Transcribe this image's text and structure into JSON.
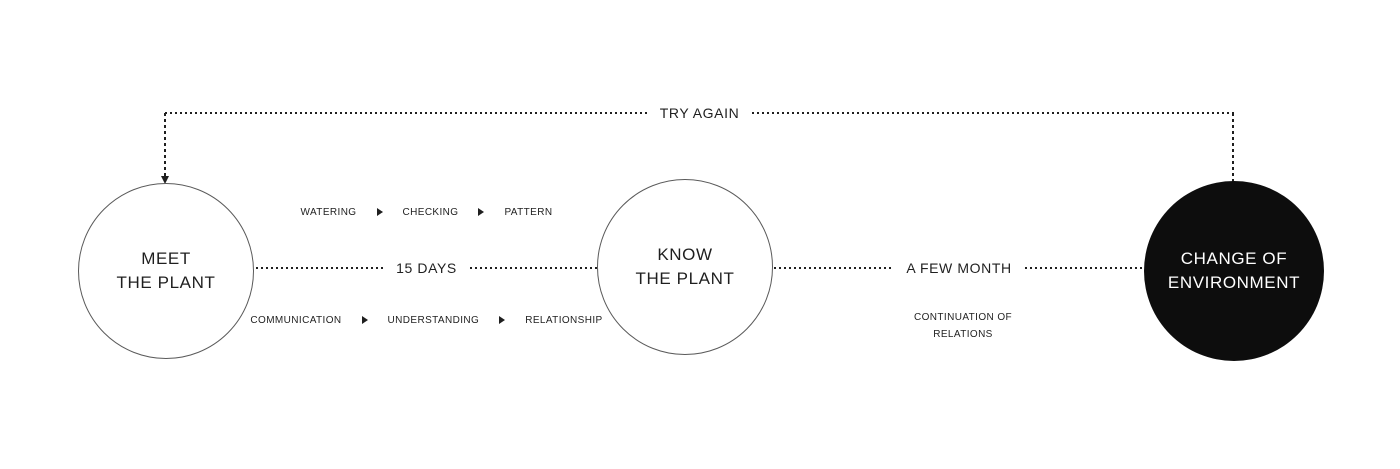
{
  "loop": {
    "label": "TRY AGAIN"
  },
  "nodes": {
    "meet": {
      "line1": "MEET",
      "line2": "THE PLANT"
    },
    "know": {
      "line1": "KNOW",
      "line2": "THE PLANT"
    },
    "change": {
      "line1": "CHANGE OF",
      "line2": "ENVIRONMENT"
    }
  },
  "edge1": {
    "label": "15 DAYS",
    "top_steps": [
      "WATERING",
      "CHECKING",
      "PATTERN"
    ],
    "bottom_steps": [
      "COMMUNICATION",
      "UNDERSTANDING",
      "RELATIONSHIP"
    ]
  },
  "edge2": {
    "label": "A FEW MONTH",
    "sub_line1": "CONTINUATION OF",
    "sub_line2": "RELATIONS"
  },
  "colors": {
    "background": "#ffffff",
    "ink": "#1f1f1f",
    "node_stroke": "#5a5a5a",
    "filled_node": "#0d0d0d",
    "filled_node_text": "#ffffff"
  }
}
